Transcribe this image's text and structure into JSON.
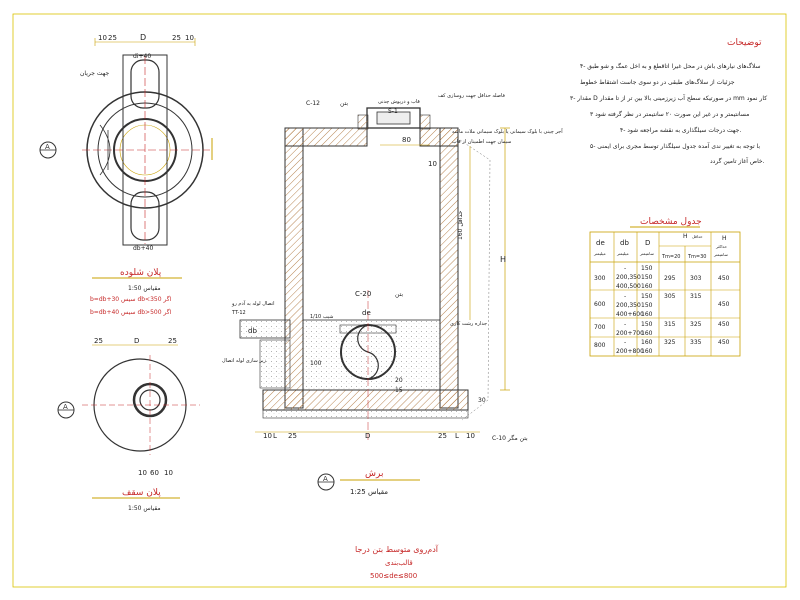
{
  "notes": {
    "title": "توضیحات",
    "items": [
      "۴- سلاگ‌های نیارهای باش در محل غیرا اتاقطع و به اخل عمگ و شو طبق",
      "جزئیات                         از سلاگ‌های طبقی در دو سوی جاست اشتقاط خطوط",
      "۳- مقدار D در صورتیکه سطح آب زیرزمینی بالا بین تر از تا مقدار mm کار نمود",
      "۳ مسانتیمتر و در غیر این صورت ۲۰ سانتیمتر در نظر گرفته شود",
      "۴- جهت درجات سیلگذاری به نقشه             مراجعه شود.",
      "۵- با توجه به تغییر ندی آمده جدول سیلگذار توسط مجری برای ایمنی",
      "خاص آغاز تامین گردد."
    ]
  },
  "table": {
    "title": "جدول مشخصات",
    "headers": {
      "de": "de",
      "de_unit": "میلیمتر",
      "db": "db",
      "db_unit": "میلیمتر",
      "D": "D",
      "D_unit": "سانتیمتر",
      "H": "H",
      "H_sub": "حداقل",
      "H_a": "Tm=20",
      "H_b": "Tm=30",
      "H2": "H",
      "H2_sub": "حداکثر",
      "H2_unit": "سانتیمتر"
    },
    "rows": [
      {
        "de": "300",
        "db": [
          "-",
          "200,350",
          "400,500"
        ],
        "D": [
          "150",
          "150",
          "160"
        ],
        "Ha": "295",
        "Hb": "303",
        "H2": "450"
      },
      {
        "de": "600",
        "db": [
          "-",
          "200,350",
          "400+600"
        ],
        "D": [
          "150",
          "150",
          "160"
        ],
        "Ha": "305",
        "Hb": "315",
        "H2": "450"
      },
      {
        "de": "700",
        "db": [
          "-",
          "200+700"
        ],
        "D": [
          "150",
          "160"
        ],
        "Ha": "315",
        "Hb": "325",
        "H2": "450"
      },
      {
        "de": "800",
        "db": [
          "-",
          "200+800"
        ],
        "D": [
          "160",
          "160"
        ],
        "Ha": "325",
        "Hb": "335",
        "H2": "450"
      }
    ]
  },
  "plan_top": {
    "dims": [
      "10",
      "25",
      "D",
      "25",
      "10"
    ],
    "dims2": [
      "di+40",
      "db+40"
    ],
    "label_side": "جهت جریان",
    "title": "پلان شلوده",
    "scale": "مقیاس 1:50",
    "note1": "b=db+30  سیس  db<350  اگر",
    "note2": "b=db+40  سیس  db>500  اگر",
    "marker": "A"
  },
  "plan_bottom": {
    "dims": [
      "25",
      "D",
      "25"
    ],
    "dims2": [
      "10",
      "60",
      "10"
    ],
    "title": "پلان سقف",
    "scale": "مقیاس 1:50",
    "marker": "A"
  },
  "section": {
    "title": "برش",
    "scale": "مقیاس 1:25",
    "marker": "A",
    "dims_bottom": [
      "10",
      "L",
      "25",
      "D",
      "25",
      "L",
      "10"
    ],
    "top_dim": "80",
    "side_10": "10",
    "h_label": "H",
    "label_top1": "C-12",
    "label_top2": "بتن",
    "label_top3": "S-1",
    "label_top4": "قاب و درپوش چدنی",
    "label_top5": "فاصله حداقل جهت روسازی کف",
    "label_r1": "آجر چینی با بلوک سیمانی یا بلوک سیمانی ملات ماسه",
    "label_r2": "سیمان جهت اطمینان از قاب",
    "label_c20": "C-20",
    "label_beton": "بتن",
    "label_de": "de",
    "label_mid": "جداره رشت کاری",
    "label_pipe1": "اتصال لوله به آدم رو",
    "label_pipe2": "TT-12",
    "label_db": "db",
    "label_pipe3": "شیب 1/10",
    "label_pipe4": "زیر سازی لوله اتصال",
    "label_bot": "C-10  بتن مگر",
    "dim_100": "100",
    "dim_20": "20",
    "dim_15": "15",
    "dim_30": "30",
    "dim_160": "160 حداقل"
  },
  "title_block": {
    "line1": "آدم‌روی متوسط بتن درجا",
    "line2": "قالب‌بندی",
    "line3": "500≤de≤800"
  }
}
